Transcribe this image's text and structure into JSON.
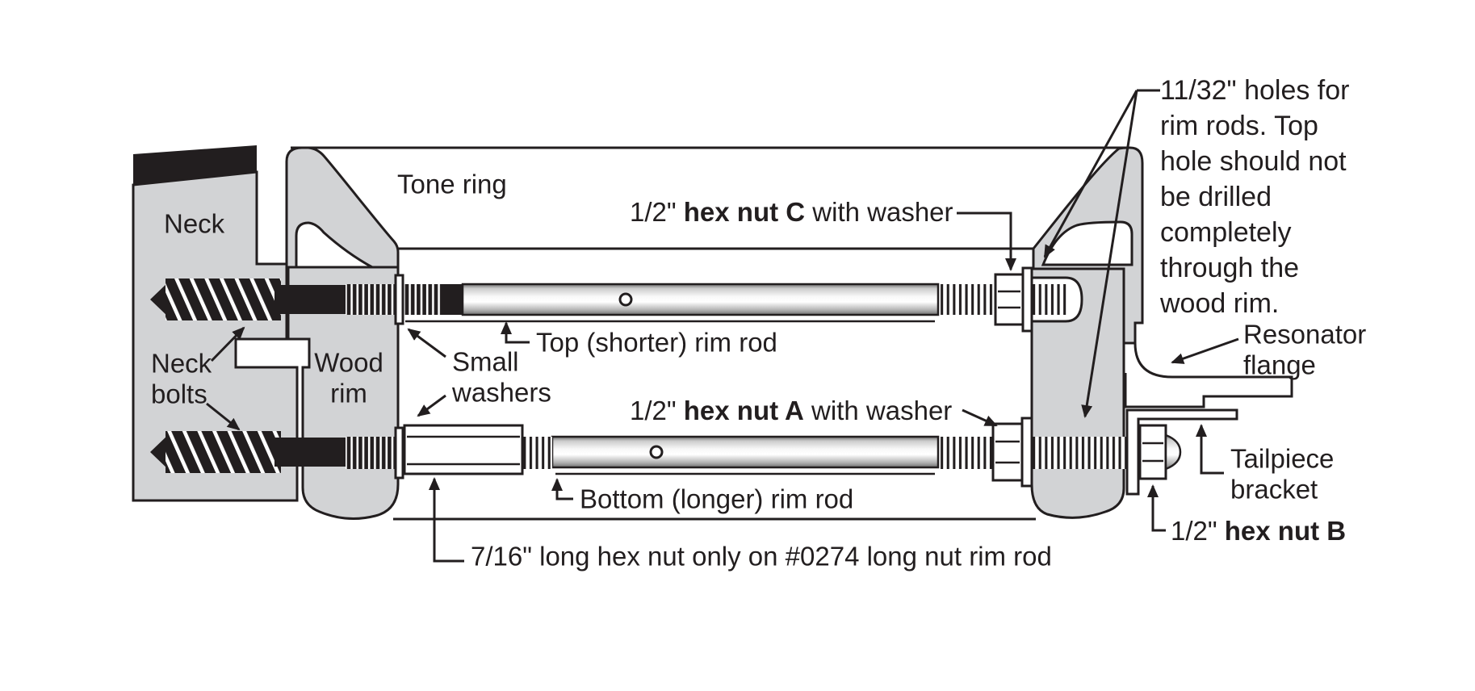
{
  "diagram": {
    "labels": {
      "tone_ring": "Tone ring",
      "neck": "Neck",
      "neck_bolts": [
        "Neck",
        "bolts"
      ],
      "wood_rim": [
        "Wood",
        "rim"
      ],
      "small_washers": [
        "Small",
        "washers"
      ],
      "top_rim_rod": "Top (shorter) rim rod",
      "bottom_rim_rod": "Bottom (longer) rim rod",
      "hex_nut_c": {
        "pre": "1/2\" ",
        "bold": "hex nut C",
        "post": " with washer"
      },
      "hex_nut_a": {
        "pre": "1/2\" ",
        "bold": "hex nut A",
        "post": " with washer"
      },
      "hex_nut_b": {
        "pre": "1/2\" ",
        "bold": "hex nut B"
      },
      "long_nut_note": "7/16\" long hex nut only on #0274 long nut rim rod",
      "holes_note": [
        "11/32\" holes for",
        "rim rods. Top",
        "hole should not",
        "be drilled",
        "completely",
        "through the",
        "wood rim."
      ],
      "resonator_flange": [
        "Resonator",
        "flange"
      ],
      "tailpiece_bracket": [
        "Tailpiece",
        "bracket"
      ]
    },
    "colors": {
      "line": "#221e1f",
      "fill_gray": "#d2d3d5",
      "background": "#ffffff"
    }
  }
}
